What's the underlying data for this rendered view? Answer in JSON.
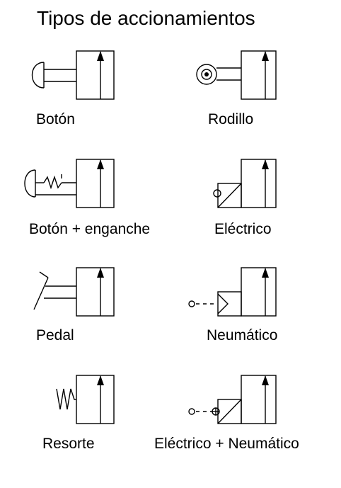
{
  "title": "Tipos de accionamientos",
  "actuators": [
    {
      "id": "boton",
      "label": "Botón"
    },
    {
      "id": "rodillo",
      "label": "Rodillo"
    },
    {
      "id": "boton-enganche",
      "label": "Botón + enganche"
    },
    {
      "id": "electrico",
      "label": "Eléctrico"
    },
    {
      "id": "pedal",
      "label": "Pedal"
    },
    {
      "id": "neumatico",
      "label": "Neumático"
    },
    {
      "id": "resorte",
      "label": "Resorte"
    },
    {
      "id": "electrico-neumatico",
      "label": "Eléctrico + Neumático"
    }
  ]
}
